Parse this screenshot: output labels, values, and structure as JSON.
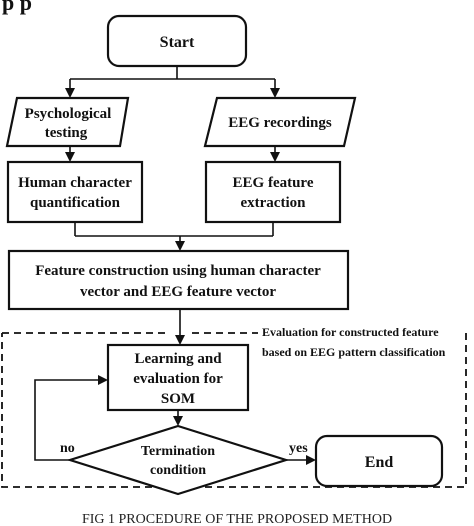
{
  "header_partial": "p p",
  "nodes": {
    "start": "Start",
    "psych_testing": [
      "Psychological",
      "testing"
    ],
    "eeg_recordings": "EEG recordings",
    "human_char": [
      "Human character",
      "quantification"
    ],
    "eeg_feature": [
      "EEG feature",
      "extraction"
    ],
    "feature_construction": [
      "Feature construction using human character",
      "vector and EEG feature vector"
    ],
    "learning_eval": [
      "Learning and",
      "evaluation for",
      "SOM"
    ],
    "termination": [
      "Termination",
      "condition"
    ],
    "end": "End"
  },
  "labels": {
    "no": "no",
    "yes": "yes",
    "evaluation_note": [
      "Evaluation  for constructed feature",
      "based on EEG pattern classification"
    ]
  },
  "caption": "FIG 1 PROCEDURE OF THE PROPOSED METHOD"
}
